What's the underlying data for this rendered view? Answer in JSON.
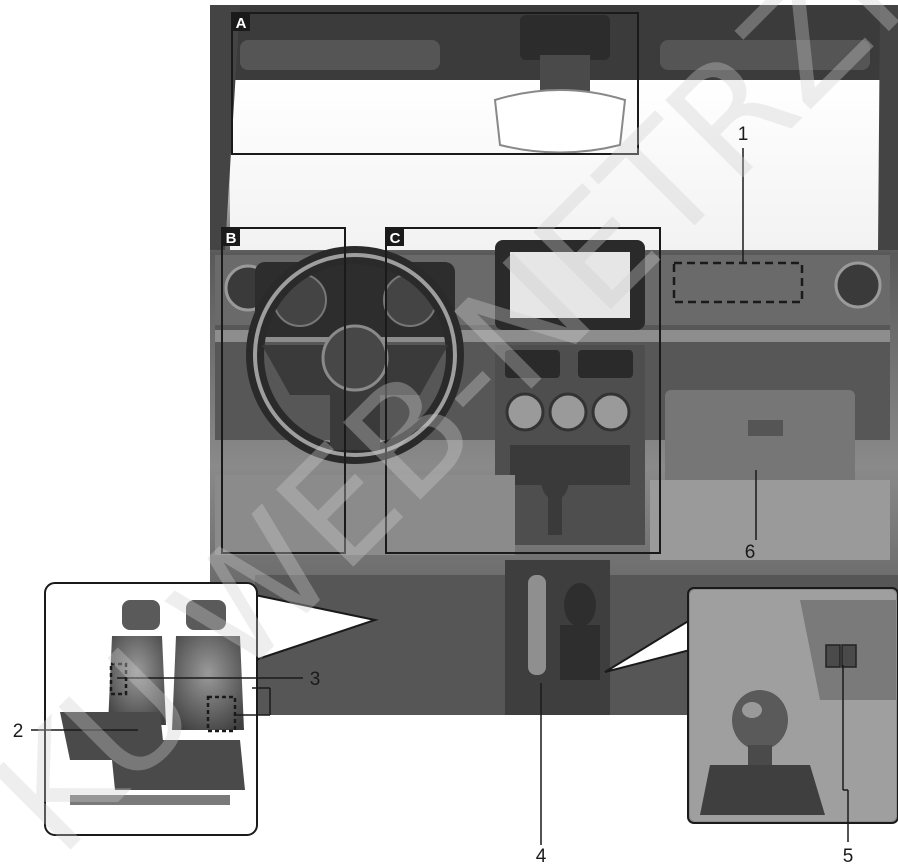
{
  "section_tags": [
    "A",
    "B",
    "C"
  ],
  "callouts": [
    "1",
    "2",
    "3",
    "4",
    "5",
    "6"
  ],
  "watermark": "KU WEB-NETRZNOSCI",
  "icons": [
    "steering-wheel-icon",
    "seat-icon",
    "gear-shifter-icon",
    "switch-icon"
  ],
  "colors": {
    "background": "#ffffff",
    "photo_dark": "#2e2e2e",
    "photo_mid": "#6e6e6e",
    "photo_light": "#b4b4b4",
    "frame_line": "#1a1a1a",
    "tag_bg": "#1a1a1a"
  }
}
